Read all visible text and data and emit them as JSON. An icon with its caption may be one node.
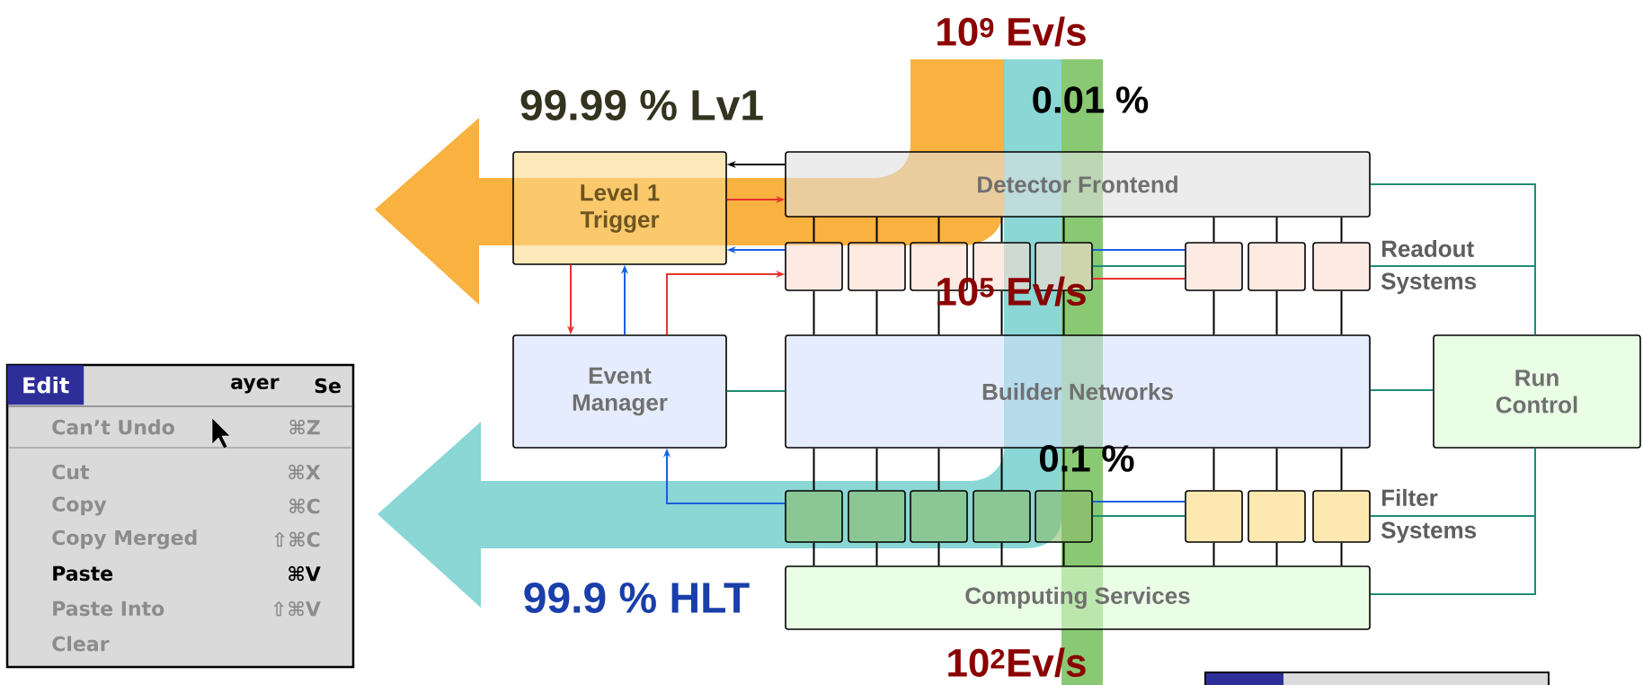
{
  "diagram": {
    "nodes": [
      {
        "text": [
          "Level 1 Trigger"
        ]
      },
      {
        "text": [
          "Detector Frontend"
        ]
      },
      {
        "text": [],
        "shape": "box"
      },
      {
        "text": [],
        "shape": "box"
      },
      {
        "text": [],
        "shape": "box"
      },
      {
        "text": [],
        "shape": "box"
      },
      {
        "text": [],
        "shape": "box"
      },
      {
        "text": [],
        "shape": "box"
      },
      {
        "text": [],
        "shape": "box"
      },
      {
        "text": [],
        "shape": "box"
      },
      {
        "text": [
          "Event Manager"
        ]
      },
      {
        "text": [
          "Builder Networks"
        ]
      },
      {
        "text": [
          "Run Control"
        ]
      },
      {
        "text": [],
        "shape": "box"
      },
      {
        "text": [],
        "shape": "box"
      },
      {
        "text": [],
        "shape": "box"
      },
      {
        "text": [],
        "shape": "box"
      },
      {
        "text": [],
        "shape": "box"
      },
      {
        "text": [],
        "shape": "box"
      },
      {
        "text": [],
        "shape": "box"
      },
      {
        "text": [],
        "shape": "box"
      },
      {
        "text": [
          "Computing Services"
        ]
      }
    ],
    "edges": [
      {
        "from": 1,
        "to": 0,
        "arrow": "to"
      },
      {
        "from": 0,
        "to": 1,
        "arrow": "to",
        "color": "#e8322e"
      },
      {
        "from": 2,
        "to": 0,
        "arrow": "to",
        "color": "#1a5fe0"
      },
      {
        "from": 0,
        "to": 10,
        "arrow": "to",
        "color": "#e8322e"
      },
      {
        "from": 10,
        "to": 0,
        "arrow": "to",
        "color": "#1a5fe0"
      },
      {
        "from": 10,
        "to": 2,
        "arrow": "to",
        "color": "#e8322e"
      },
      {
        "from": 10,
        "to": 11,
        "arrow": "none",
        "color": "#1e8c78"
      },
      {
        "from": 13,
        "to": 10,
        "arrow": "to",
        "color": "#1a5fe0"
      },
      {
        "from": 6,
        "to": 7,
        "arrow": "none",
        "color": "#1a5fe0"
      },
      {
        "from": 6,
        "to": 7,
        "arrow": "none",
        "color": "#1e8c78"
      },
      {
        "from": 6,
        "to": 7,
        "arrow": "none",
        "color": "#e8322e"
      },
      {
        "from": 17,
        "to": 18,
        "arrow": "none",
        "color": "#1a5fe0"
      },
      {
        "from": 17,
        "to": 18,
        "arrow": "none",
        "color": "#1e8c78"
      },
      {
        "from": 1,
        "to": 12,
        "arrow": "none",
        "color": "#1e8c78"
      },
      {
        "from": 9,
        "to": 12,
        "arrow": "none",
        "color": "#1e8c78"
      },
      {
        "from": 11,
        "to": 12,
        "arrow": "none",
        "color": "#1e8c78"
      },
      {
        "from": 20,
        "to": 12,
        "arrow": "none",
        "color": "#1e8c78"
      },
      {
        "from": 21,
        "to": 12,
        "arrow": "none",
        "color": "#1e8c78"
      },
      {
        "from": 1,
        "to": 2,
        "arrow": "none"
      },
      {
        "from": 1,
        "to": 3,
        "arrow": "none"
      },
      {
        "from": 1,
        "to": 4,
        "arrow": "none"
      },
      {
        "from": 1,
        "to": 5,
        "arrow": "none"
      },
      {
        "from": 1,
        "to": 6,
        "arrow": "none"
      },
      {
        "from": 1,
        "to": 7,
        "arrow": "none"
      },
      {
        "from": 1,
        "to": 8,
        "arrow": "none"
      },
      {
        "from": 1,
        "to": 9,
        "arrow": "none"
      },
      {
        "from": 2,
        "to": 11,
        "arrow": "none"
      },
      {
        "from": 3,
        "to": 11,
        "arrow": "none"
      },
      {
        "from": 4,
        "to": 11,
        "arrow": "none"
      },
      {
        "from": 5,
        "to": 11,
        "arrow": "none"
      },
      {
        "from": 6,
        "to": 11,
        "arrow": "none"
      },
      {
        "from": 7,
        "to": 11,
        "arrow": "none"
      },
      {
        "from": 8,
        "to": 11,
        "arrow": "none"
      },
      {
        "from": 9,
        "to": 11,
        "arrow": "none"
      },
      {
        "from": 11,
        "to": 13,
        "arrow": "none"
      },
      {
        "from": 11,
        "to": 14,
        "arrow": "none"
      },
      {
        "from": 11,
        "to": 15,
        "arrow": "none"
      },
      {
        "from": 11,
        "to": 16,
        "arrow": "none"
      },
      {
        "from": 11,
        "to": 17,
        "arrow": "none"
      },
      {
        "from": 11,
        "to": 18,
        "arrow": "none"
      },
      {
        "from": 11,
        "to": 19,
        "arrow": "none"
      },
      {
        "from": 11,
        "to": 20,
        "arrow": "none"
      },
      {
        "from": 13,
        "to": 21,
        "arrow": "none"
      },
      {
        "from": 14,
        "to": 21,
        "arrow": "none"
      },
      {
        "from": 15,
        "to": 21,
        "arrow": "none"
      },
      {
        "from": 16,
        "to": 21,
        "arrow": "none"
      },
      {
        "from": 17,
        "to": 21,
        "arrow": "none"
      },
      {
        "from": 18,
        "to": 21,
        "arrow": "none"
      },
      {
        "from": 19,
        "to": 21,
        "arrow": "none"
      },
      {
        "from": 20,
        "to": 21,
        "arrow": "none"
      }
    ],
    "labels": [
      "10$^{9}$ Ev/s",
      "99.99 % Lv1",
      "0.01 %",
      "Readout Systems",
      "10$^{5}$ Ev/s",
      "Edit",
      "ayer",
      "Se",
      "Can’t Undo",
      "⌘Z",
      "Cut",
      "⌘X",
      "Copy",
      "⌘C",
      "Copy Merged",
      "⇧⌘C",
      "Paste",
      "⌘V",
      "Paste Into",
      "⇧⌘V",
      "Clear",
      "0.1 %",
      "Filter Systems",
      "99.9 % HLT",
      "10$^{2}$Ev/s"
    ]
  }
}
